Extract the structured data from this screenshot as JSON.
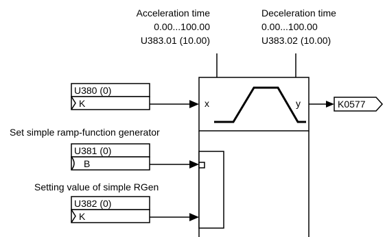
{
  "parameters": {
    "acceleration": {
      "title": "Acceleration time",
      "range": "0.00...100.00",
      "param": "U383.01 (10.00)"
    },
    "deceleration": {
      "title": "Deceleration time",
      "range": "0.00...100.00",
      "param": "U383.02 (10.00)"
    }
  },
  "inputs": {
    "x": {
      "param": "U380 (0)",
      "connector_type": "K",
      "port_label": "x"
    },
    "set": {
      "caption": "Set simple ramp-function generator",
      "param": "U381 (0)",
      "connector_type": "B"
    },
    "setting_value": {
      "caption": "Setting value of simple RGen",
      "param": "U382 (0)",
      "connector_type": "K"
    }
  },
  "output": {
    "port_label": "y",
    "connector": "K0577"
  },
  "colors": {
    "line": "#000000",
    "background": "#ffffff"
  }
}
